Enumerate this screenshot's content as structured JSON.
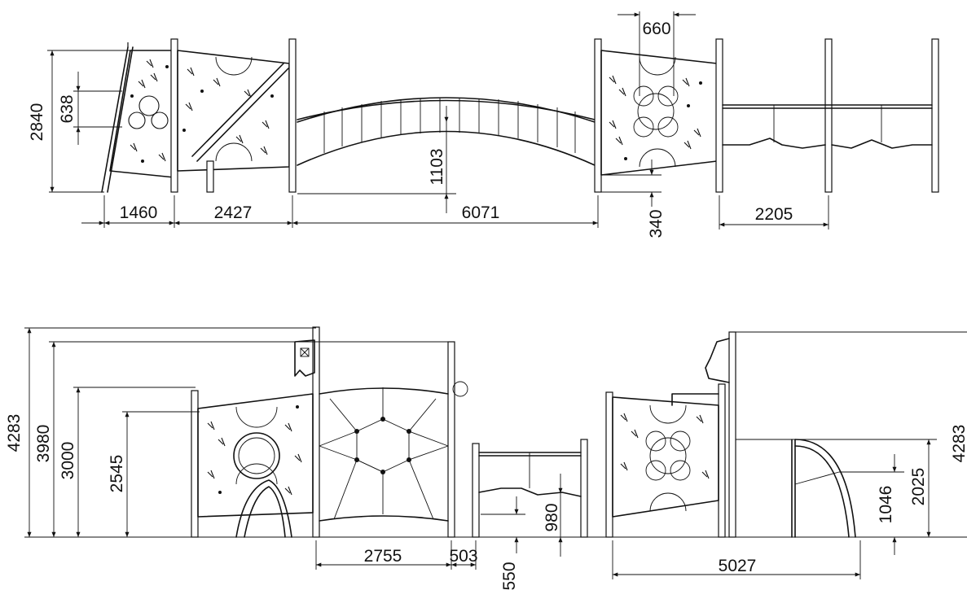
{
  "top_view": {
    "dimensions": {
      "height_total": "2840",
      "hole_height": "638",
      "wall_width": "1460",
      "panel_width": "2427",
      "bridge_length": "6071",
      "bridge_height": "1103",
      "step_height": "340",
      "ring_width": "660",
      "bar_span": "2205"
    }
  },
  "bottom_view": {
    "dimensions": {
      "height_max_left": "4283",
      "height_flag": "3980",
      "height_post": "3000",
      "platform_height": "2545",
      "net_width": "2755",
      "gap_width": "503",
      "bar_height": "980",
      "low_bar": "550",
      "slide_span": "5027",
      "slide_height": "1046",
      "slide_top": "2025",
      "height_max_right": "4283"
    }
  }
}
